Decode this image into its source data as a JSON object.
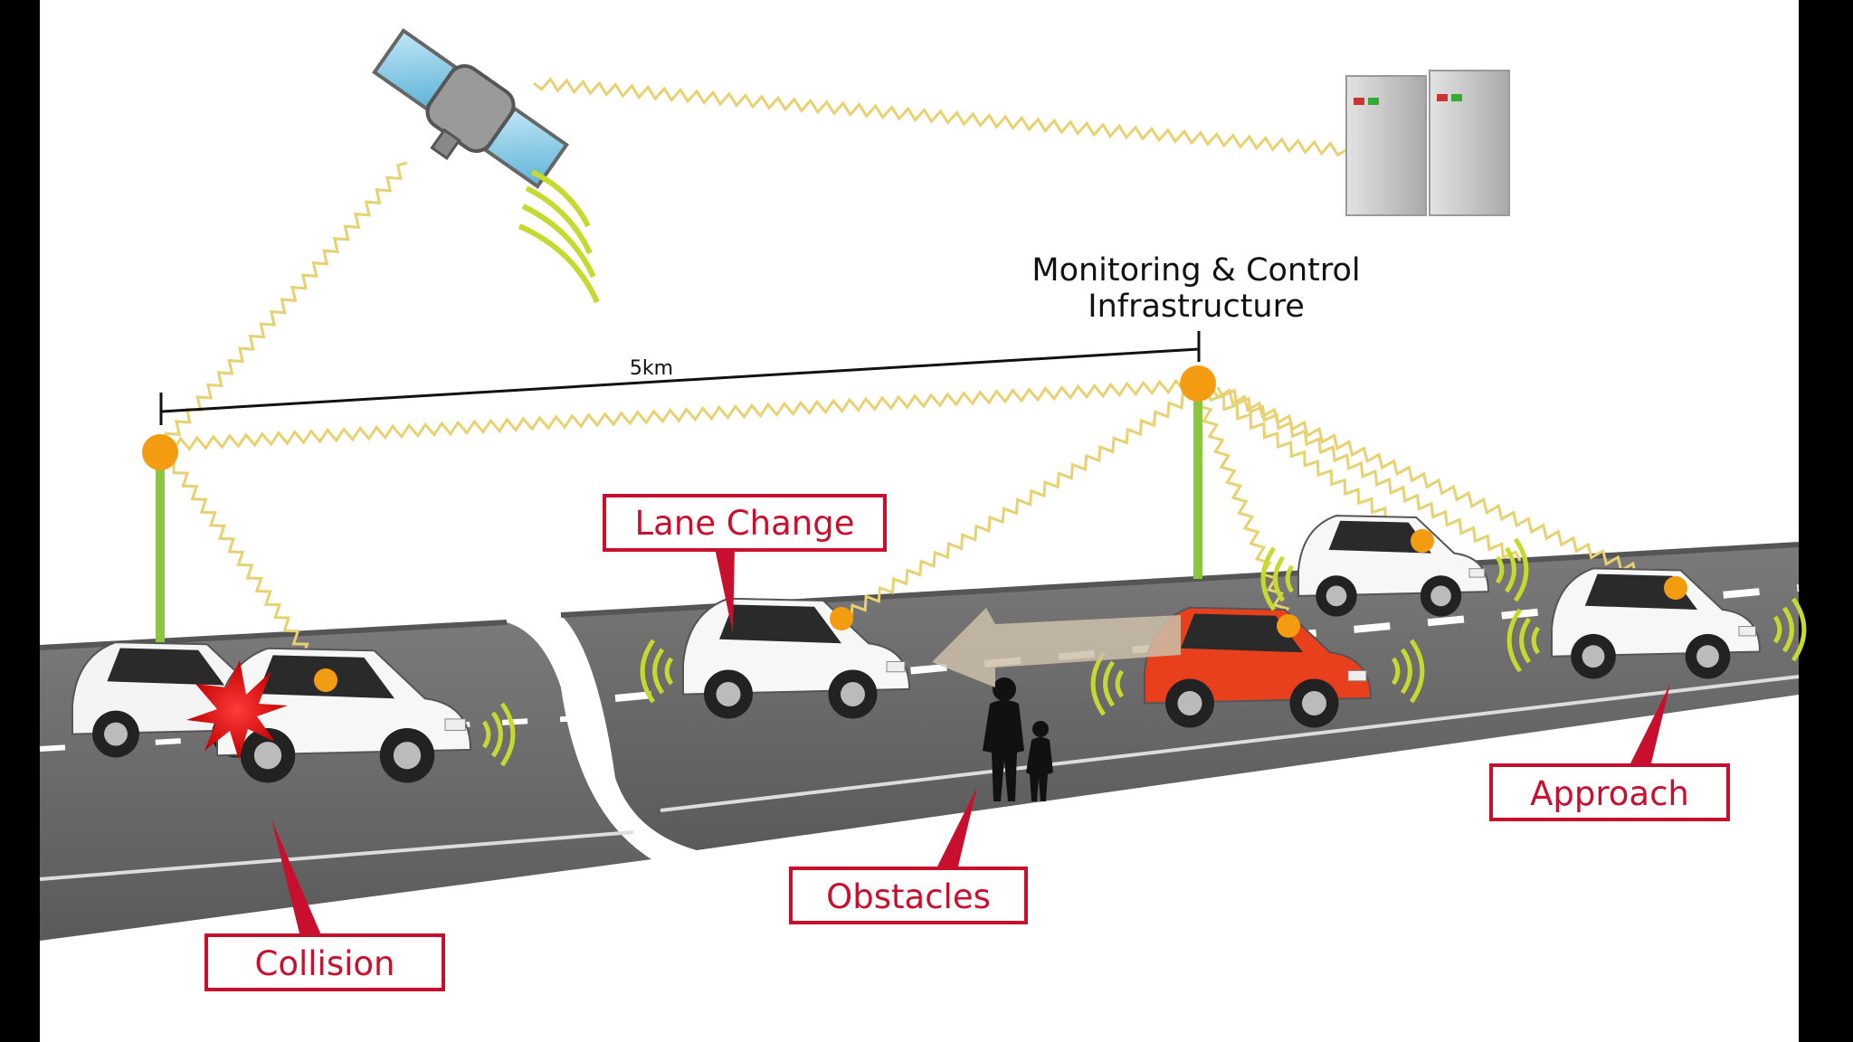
{
  "title": "Monitoring & Control Infrastructure",
  "title_lines": [
    "Monitoring & Control",
    "Infrastructure"
  ],
  "distance_label": "5km",
  "callouts": {
    "lane_change": "Lane Change",
    "collision": "Collision",
    "obstacles": "Obstacles",
    "approach": "Approach"
  },
  "colors": {
    "callout": "#c8102e",
    "signal": "#e8d170",
    "node": "#f39c12",
    "pole": "#8cc63f",
    "road": "#6d6d6d",
    "red_car": "#e8401c"
  },
  "icons": [
    "satellite-icon",
    "server-icon",
    "car-icon",
    "pedestrian-icon",
    "antenna-node-icon",
    "sensor-wave-icon",
    "crash-burst-icon"
  ]
}
